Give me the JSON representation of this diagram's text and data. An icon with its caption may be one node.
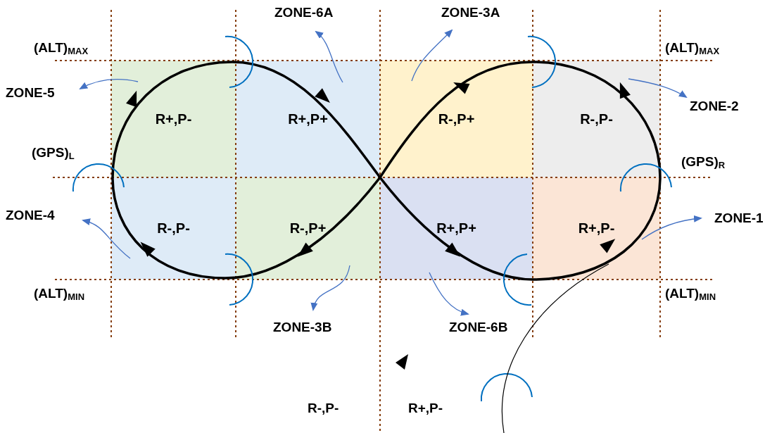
{
  "diagram": {
    "nodes": [
      {
        "text": [
          "R+,P-"
        ]
      },
      {
        "text": [
          "R+,P+"
        ]
      },
      {
        "text": [
          "R-,P+"
        ]
      },
      {
        "text": [
          "R-,P-"
        ]
      },
      {
        "text": [
          "R-,P-"
        ]
      },
      {
        "text": [
          "R-,P+"
        ]
      },
      {
        "text": [
          "R+,P+"
        ]
      },
      {
        "text": [
          "R+,P-"
        ]
      },
      {
        "text": [
          "ZONE-6A"
        ]
      },
      {
        "text": [
          "ZONE-3A"
        ]
      },
      {
        "text": [
          "ZONE-5"
        ]
      },
      {
        "text": [
          "ZONE-2"
        ]
      },
      {
        "text": [
          "ZONE-4"
        ]
      },
      {
        "text": [
          "ZONE-1"
        ]
      },
      {
        "text": [
          "ZONE-3B"
        ]
      },
      {
        "text": [
          "ZONE-6B"
        ]
      }
    ],
    "edges": [
      {
        "from": 0,
        "to": 10,
        "arrow": "to"
      },
      {
        "from": 1,
        "to": 8,
        "arrow": "to"
      },
      {
        "from": 2,
        "to": 9,
        "arrow": "to"
      },
      {
        "from": 3,
        "to": 11,
        "arrow": "to"
      },
      {
        "from": 4,
        "to": 12,
        "arrow": "to"
      },
      {
        "from": 7,
        "to": 13,
        "arrow": "to"
      },
      {
        "from": 5,
        "to": 14,
        "arrow": "to"
      },
      {
        "from": 6,
        "to": 15,
        "arrow": "to"
      }
    ],
    "labels": [
      "(ALT)$_{MAX}$",
      "(ALT)$_{MAX}$",
      "(GPS)$_{L}$",
      "(GPS)$_{R}$",
      "(ALT)$_{MIN}$",
      "(ALT)$_{MIN}$",
      "R-,P-",
      "R+,P-"
    ]
  }
}
